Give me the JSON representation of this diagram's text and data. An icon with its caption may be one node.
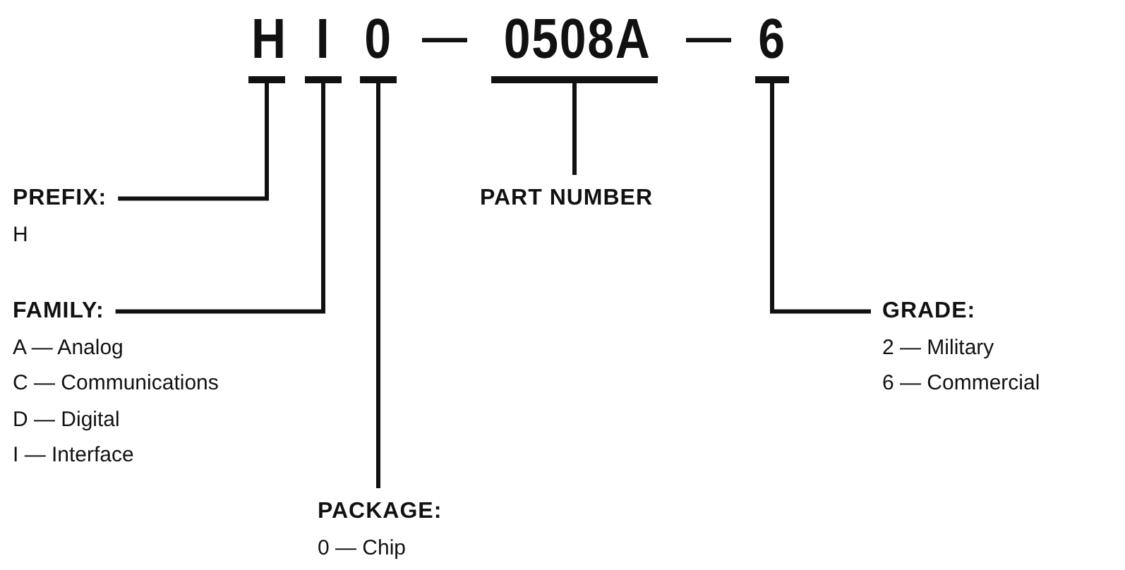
{
  "diagram": {
    "nodes": [
      {
        "text": [
          "H"
        ]
      },
      {
        "text": [
          "I"
        ]
      },
      {
        "text": [
          "0"
        ]
      },
      {
        "text": [
          "0508A"
        ]
      },
      {
        "text": [
          "6"
        ]
      },
      {
        "text": [
          "PREFIX:",
          "H"
        ]
      },
      {
        "text": [
          "FAMILY:",
          "A — Analog",
          "C — Communications",
          "D — Digital",
          "I — Interface"
        ]
      },
      {
        "text": [
          "PART NUMBER"
        ]
      },
      {
        "text": [
          "PACKAGE:",
          "0 — Chip"
        ]
      },
      {
        "text": [
          "GRADE:",
          "2 — Military",
          "6 — Commercial"
        ]
      }
    ],
    "edges": [
      {
        "from": 0,
        "to": 5,
        "arrow": "none"
      },
      {
        "from": 1,
        "to": 6,
        "arrow": "none"
      },
      {
        "from": 2,
        "to": 8,
        "arrow": "none"
      },
      {
        "from": 3,
        "to": 7,
        "arrow": "none"
      },
      {
        "from": 4,
        "to": 9,
        "arrow": "none"
      }
    ],
    "labels": [
      "—",
      "—"
    ]
  }
}
